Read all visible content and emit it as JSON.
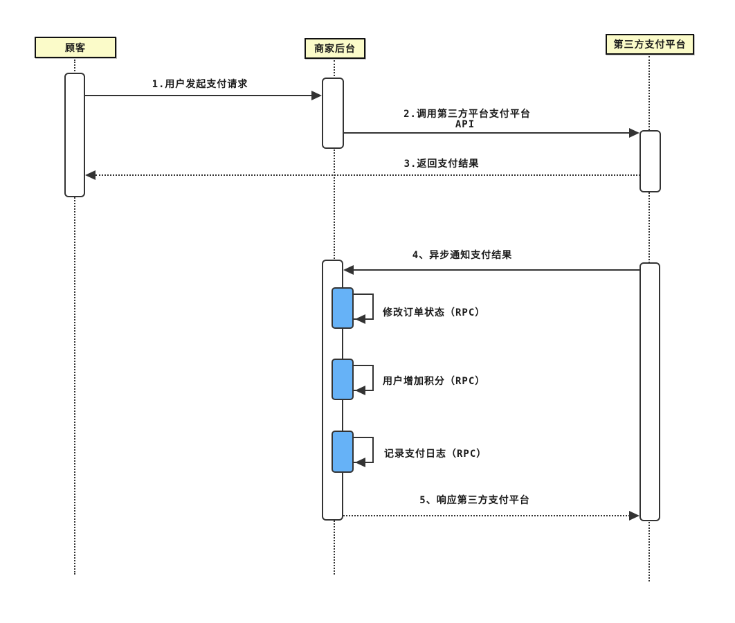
{
  "diagram": {
    "kind": "uml-sequence-diagram",
    "actors": [
      {
        "label": "顾客"
      },
      {
        "label": "商家后台"
      },
      {
        "label": "第三方支付平台"
      }
    ],
    "messages": [
      {
        "label": "1.用户发起支付请求",
        "style": "solid",
        "from": "顾客",
        "to": "商家后台"
      },
      {
        "label": "2.调用第三方平台支付平台",
        "label_line2": "API",
        "style": "solid",
        "from": "商家后台",
        "to": "第三方支付平台"
      },
      {
        "label": "3.返回支付结果",
        "style": "dotted",
        "from": "第三方支付平台",
        "to": "顾客"
      },
      {
        "label": "4、异步通知支付结果",
        "style": "solid",
        "from": "第三方支付平台",
        "to": "商家后台"
      },
      {
        "label": "5、响应第三方支付平台",
        "style": "dotted",
        "from": "商家后台",
        "to": "第三方支付平台"
      }
    ],
    "self_calls": [
      {
        "label": "修改订单状态（RPC）"
      },
      {
        "label": "用户增加积分（RPC）"
      },
      {
        "label": "记录支付日志（RPC）"
      }
    ],
    "colors": {
      "actor_fill": "#fbfbc9",
      "activation_fill": "#ffffff",
      "self_activation_fill": "#66b2f7",
      "line": "#333333",
      "background": "#ffffff"
    }
  }
}
